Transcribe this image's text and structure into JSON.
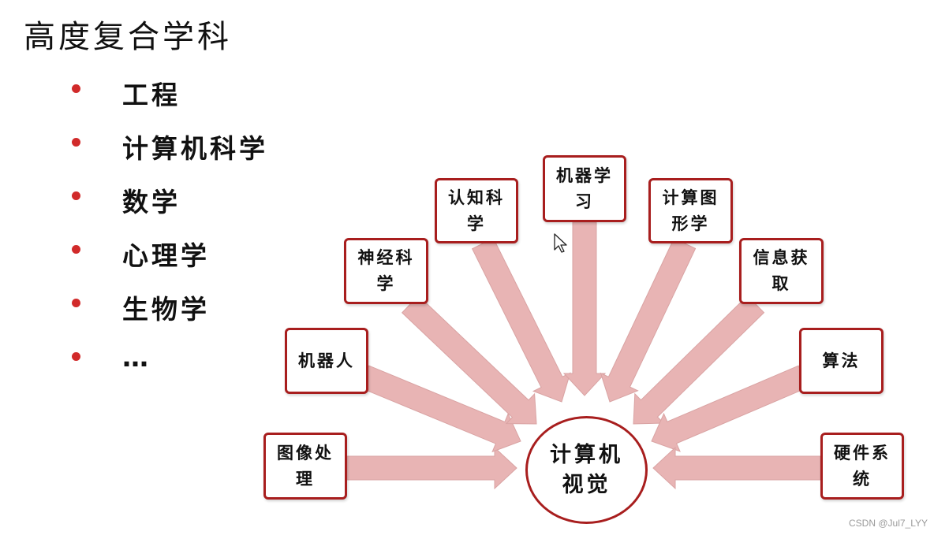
{
  "title": "高度复合学科",
  "bullets": [
    "工程",
    "计算机科学",
    "数学",
    "心理学",
    "生物学",
    "…"
  ],
  "diagram": {
    "center": {
      "line1": "计算机",
      "line2": "视觉"
    },
    "nodes": [
      {
        "id": "image-processing",
        "line1": "图像处",
        "line2": "理"
      },
      {
        "id": "robotics",
        "line1": "机器人",
        "line2": ""
      },
      {
        "id": "neuroscience",
        "line1": "神经科",
        "line2": "学"
      },
      {
        "id": "cognitive-science",
        "line1": "认知科",
        "line2": "学"
      },
      {
        "id": "machine-learning",
        "line1": "机器学",
        "line2": "习"
      },
      {
        "id": "computer-graphics",
        "line1": "计算图",
        "line2": "形学"
      },
      {
        "id": "information-retrieval",
        "line1": "信息获",
        "line2": "取"
      },
      {
        "id": "algorithms",
        "line1": "算法",
        "line2": ""
      },
      {
        "id": "hardware-systems",
        "line1": "硬件系",
        "line2": "统"
      }
    ],
    "colors": {
      "border": "#a81e1e",
      "arrow_fill": "#e8b4b4",
      "arrow_stroke": "#d9a3a3",
      "bullet": "#d12a2a"
    }
  },
  "watermark": "CSDN @Jul7_LYY"
}
